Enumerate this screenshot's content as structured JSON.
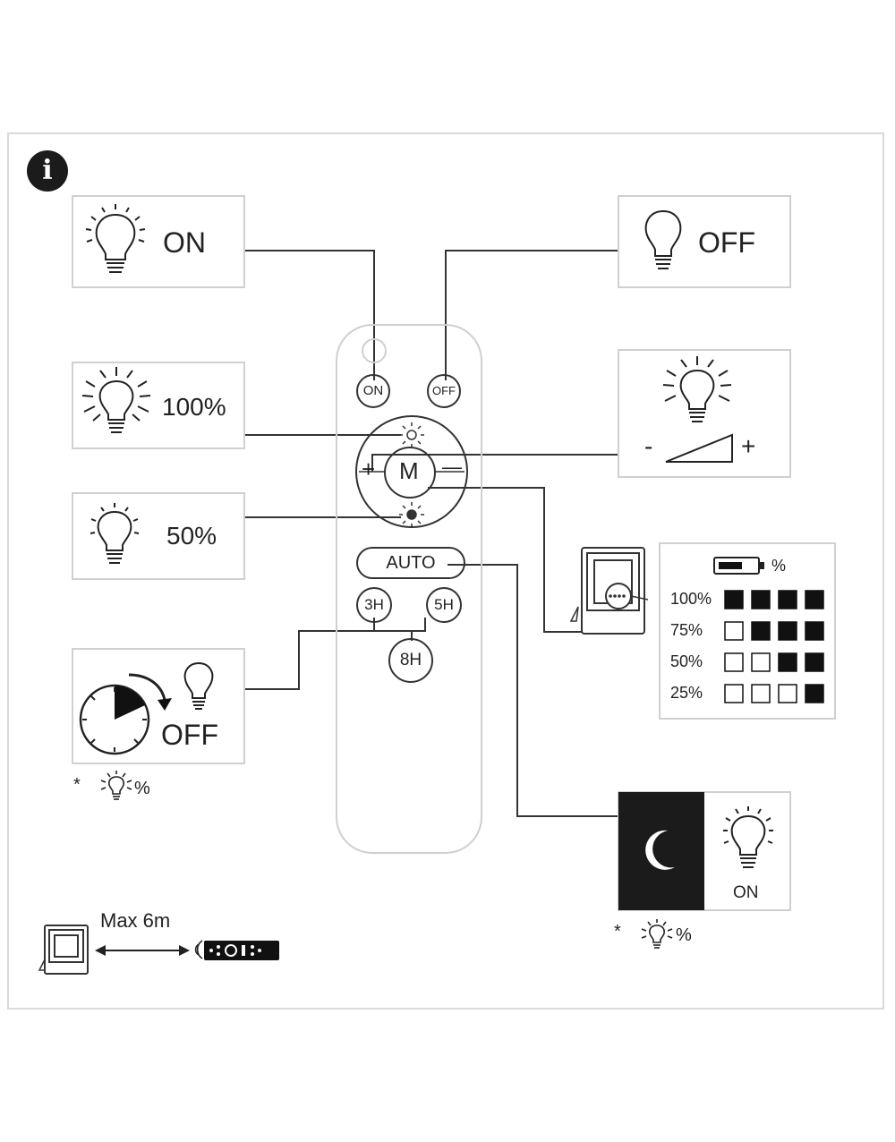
{
  "info_label": "i",
  "labels": {
    "on": "ON",
    "off": "OFF",
    "brightness_100": "100%",
    "brightness_50": "50%",
    "timer_off": "OFF",
    "night_on": "ON",
    "minus": "-",
    "plus": "+",
    "percent_sign": "%",
    "asterisk": "*",
    "range": "Max 6m"
  },
  "remote": {
    "on": "ON",
    "off": "OFF",
    "plus": "+",
    "minus": "—",
    "mode": "M",
    "auto": "AUTO",
    "h3": "3H",
    "h5": "5H",
    "h8": "8H"
  },
  "battery_table": {
    "header_percent": "%",
    "rows": [
      {
        "label": "100%",
        "filled": 4
      },
      {
        "label": "75%",
        "filled": 3
      },
      {
        "label": "50%",
        "filled": 2
      },
      {
        "label": "25%",
        "filled": 1
      }
    ]
  },
  "colors": {
    "line": "#333333",
    "box_border": "#d0d0d0",
    "dark": "#1b1b1b"
  },
  "icons": [
    "info-icon",
    "bulb-rays-icon",
    "bulb-icon",
    "bulb-bright-icon",
    "clock-icon",
    "moon-icon",
    "battery-icon",
    "sensor-icon",
    "signal-icon",
    "remote-control"
  ]
}
